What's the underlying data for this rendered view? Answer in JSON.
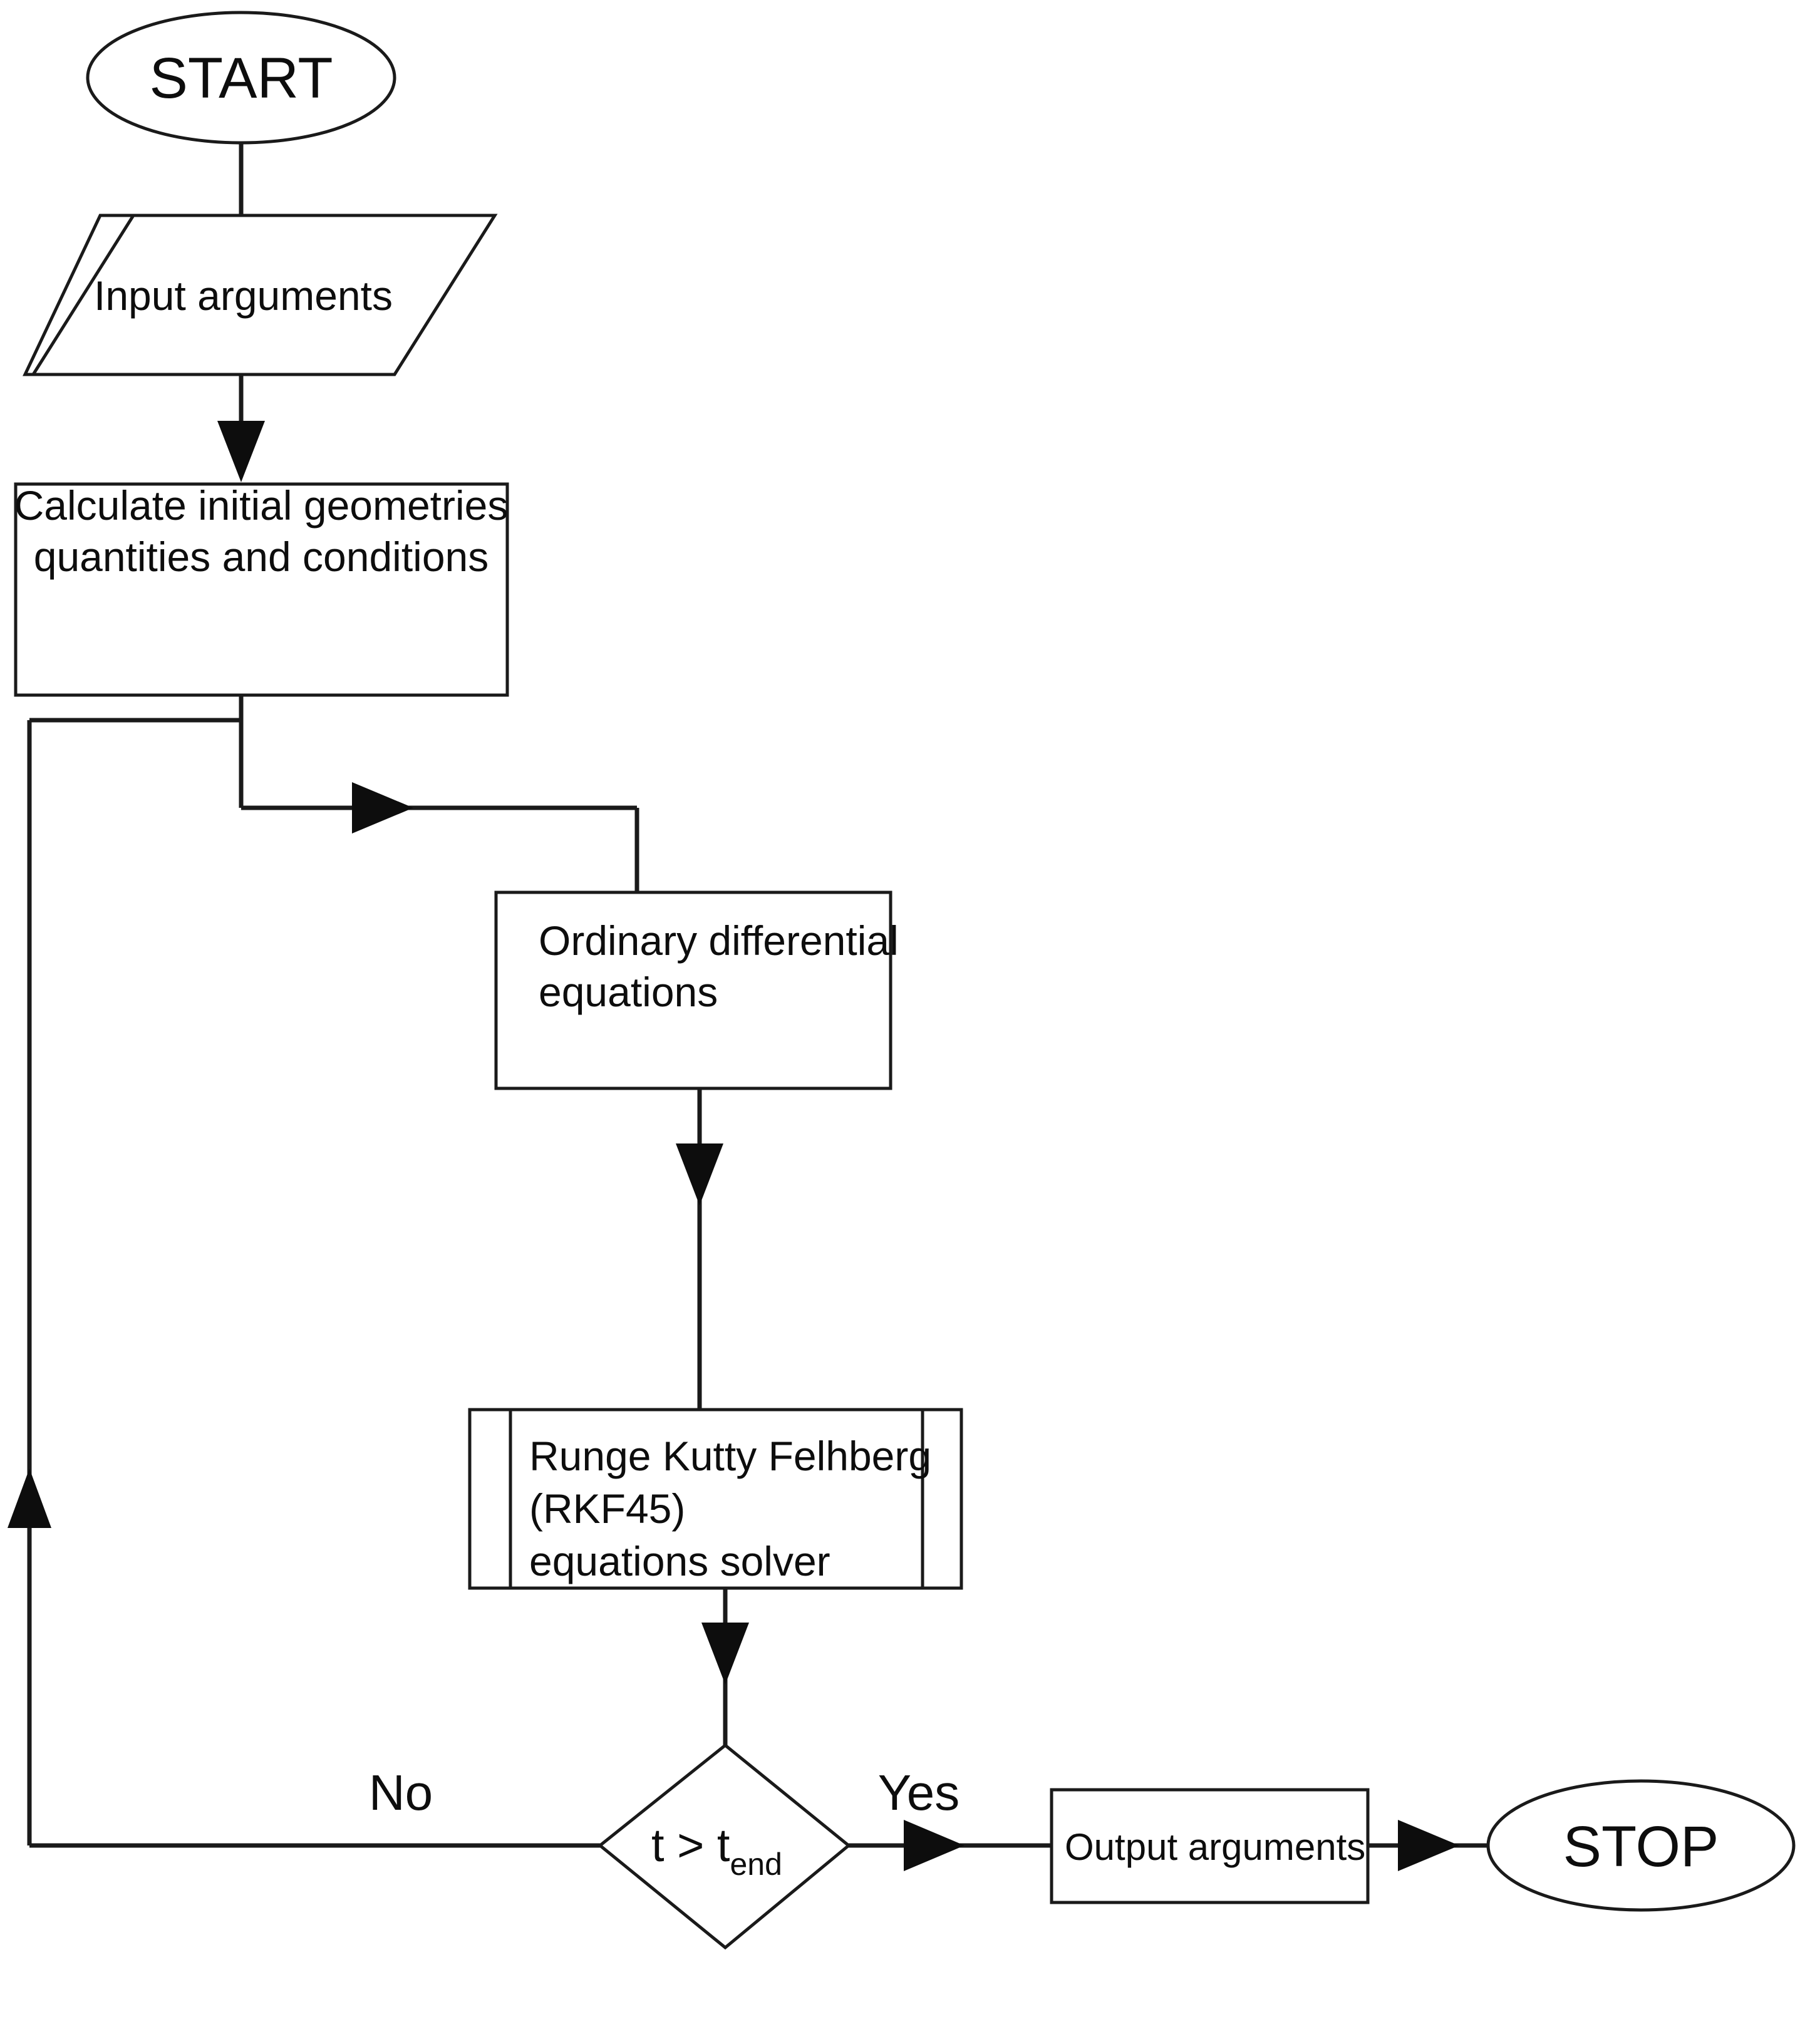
{
  "diagram": {
    "title": "Numerical simulation program flowchart",
    "background_color": "#ffffff",
    "line_color": "#1a1a1a",
    "text_color": "#0d0d0d"
  },
  "nodes": {
    "start": {
      "label": "START",
      "shape": "terminator-ellipse"
    },
    "input": {
      "label": "Input arguments",
      "shape": "multi-input-parallelogram"
    },
    "calculate": {
      "line1": "Calculate initial geometries",
      "line2": "quantities and conditions",
      "shape": "process-rectangle"
    },
    "ode": {
      "line1": "Ordinary differential",
      "line2": "equations",
      "shape": "process-rectangle"
    },
    "solver": {
      "line1": "Runge Kutty Felhberg",
      "line2": "(RKF45)",
      "line3": "equations solver",
      "shape": "predefined-process"
    },
    "decision": {
      "base": "t > t",
      "subscript": "end",
      "shape": "decision-diamond"
    },
    "output": {
      "label": "Output arguments",
      "shape": "process-rectangle"
    },
    "stop": {
      "label": "STOP",
      "shape": "terminator-ellipse"
    }
  },
  "edges": {
    "no_label": "No",
    "yes_label": "Yes"
  }
}
